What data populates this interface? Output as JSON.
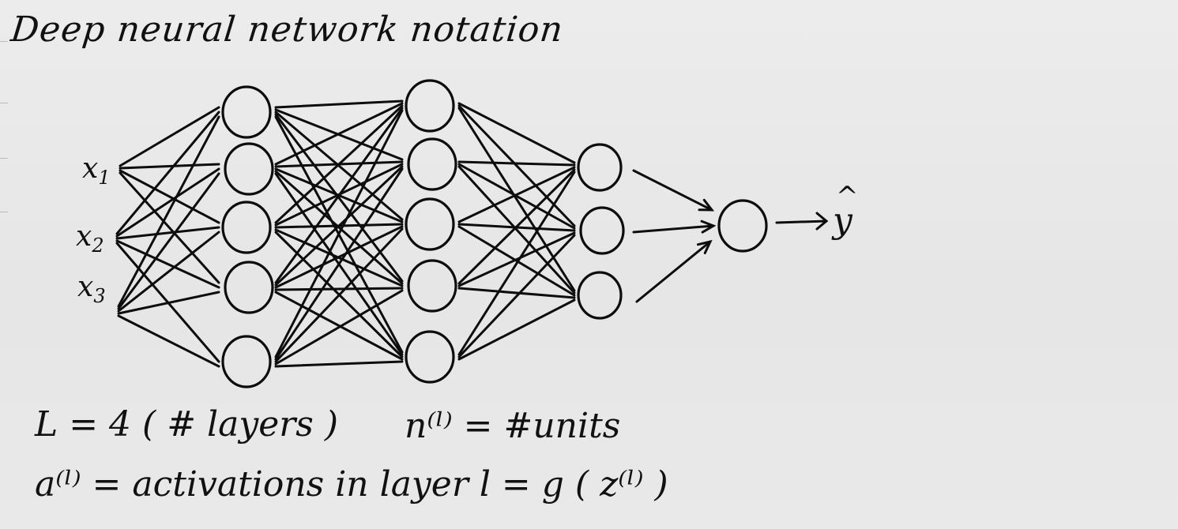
{
  "title": "Deep neural network notation",
  "inputs": [
    {
      "name": "x",
      "sub": "1"
    },
    {
      "name": "x",
      "sub": "2"
    },
    {
      "name": "x",
      "sub": "3"
    }
  ],
  "output": {
    "label": "y",
    "hat": "^"
  },
  "layers": [
    {
      "units": 5
    },
    {
      "units": 5
    },
    {
      "units": 3
    },
    {
      "units": 1
    }
  ],
  "notes": {
    "line1_left": "L = 4 ( # layers )",
    "line1_right": "n⁽ˡ⁾ = #units",
    "line2": "a⁽ˡ⁾ = activations in layer l = g ( z⁽ˡ⁾ )"
  }
}
